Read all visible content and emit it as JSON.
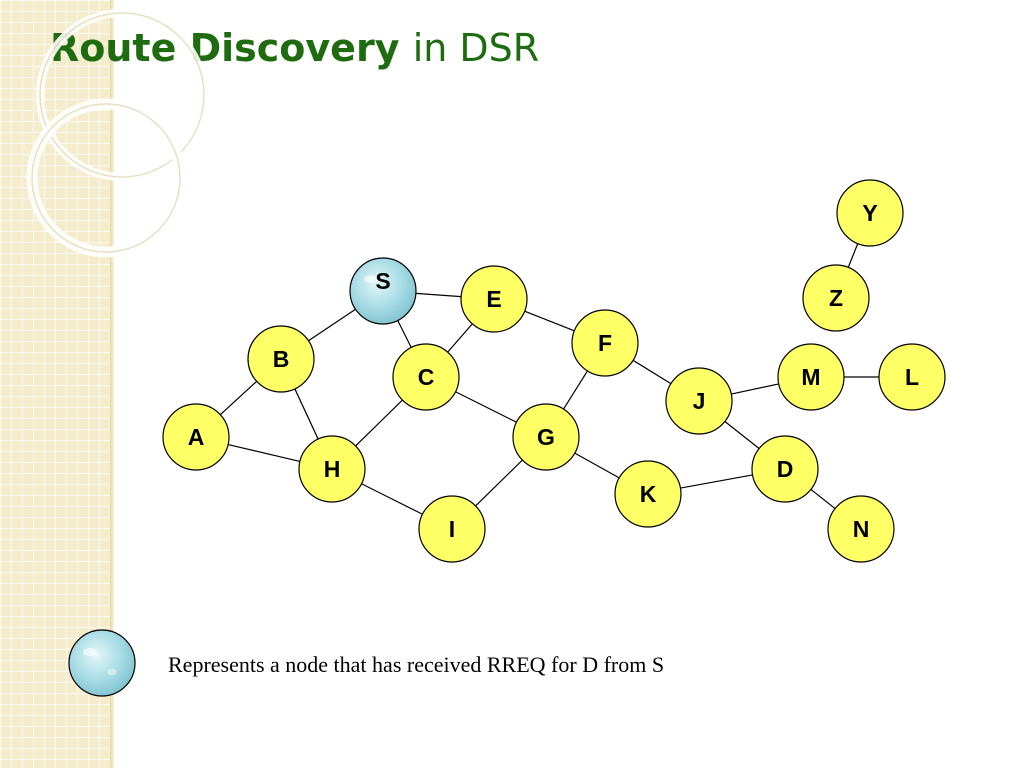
{
  "title": {
    "strong": "Route Discovery",
    "light": "in DSR"
  },
  "colors": {
    "title": "#1e6b10",
    "node_fill": "#ffff66",
    "received_fill": "#a9dde6",
    "stroke": "#000000"
  },
  "nodes": [
    {
      "id": "S",
      "received": true
    },
    {
      "id": "E",
      "received": false
    },
    {
      "id": "F",
      "received": false
    },
    {
      "id": "B",
      "received": false
    },
    {
      "id": "C",
      "received": false
    },
    {
      "id": "A",
      "received": false
    },
    {
      "id": "H",
      "received": false
    },
    {
      "id": "G",
      "received": false
    },
    {
      "id": "I",
      "received": false
    },
    {
      "id": "K",
      "received": false
    },
    {
      "id": "J",
      "received": false
    },
    {
      "id": "D",
      "received": false
    },
    {
      "id": "N",
      "received": false
    },
    {
      "id": "M",
      "received": false
    },
    {
      "id": "L",
      "received": false
    },
    {
      "id": "Z",
      "received": false
    },
    {
      "id": "Y",
      "received": false
    }
  ],
  "edges": [
    [
      "S",
      "E"
    ],
    [
      "S",
      "B"
    ],
    [
      "S",
      "C"
    ],
    [
      "E",
      "C"
    ],
    [
      "E",
      "F"
    ],
    [
      "B",
      "A"
    ],
    [
      "B",
      "H"
    ],
    [
      "A",
      "H"
    ],
    [
      "C",
      "H"
    ],
    [
      "C",
      "G"
    ],
    [
      "H",
      "I"
    ],
    [
      "G",
      "I"
    ],
    [
      "G",
      "F"
    ],
    [
      "G",
      "K"
    ],
    [
      "F",
      "J"
    ],
    [
      "J",
      "M"
    ],
    [
      "M",
      "L"
    ],
    [
      "J",
      "D"
    ],
    [
      "K",
      "D"
    ],
    [
      "D",
      "N"
    ],
    [
      "Z",
      "Y"
    ]
  ],
  "legend": {
    "text": "Represents a node that has received RREQ for D from S"
  }
}
